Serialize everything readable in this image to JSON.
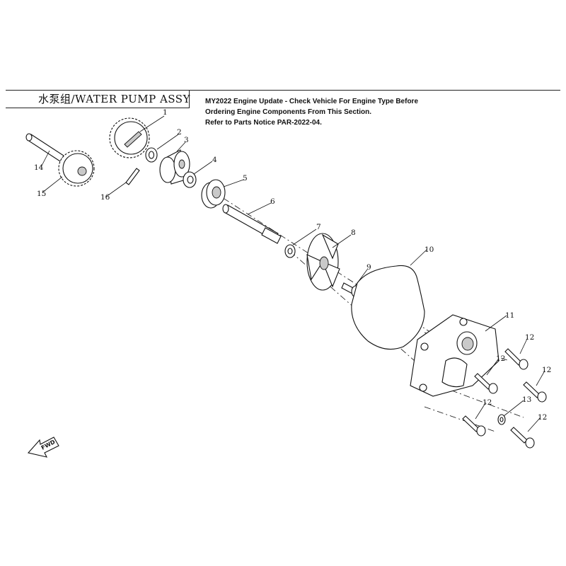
{
  "header": {
    "title": "水泵组/WATER PUMP ASSY",
    "notice_lines": [
      "MY2022 Engine Update - Check Vehicle For Engine Type Before",
      "Ordering Engine Components From This Section.",
      "Refer to Parts Notice PAR-2022-04."
    ]
  },
  "callouts": [
    "1",
    "2",
    "3",
    "4",
    "5",
    "6",
    "7",
    "8",
    "9",
    "10",
    "11",
    "12",
    "12",
    "12",
    "12",
    "12",
    "13",
    "14",
    "15",
    "16"
  ],
  "fwd_label": "FWD"
}
